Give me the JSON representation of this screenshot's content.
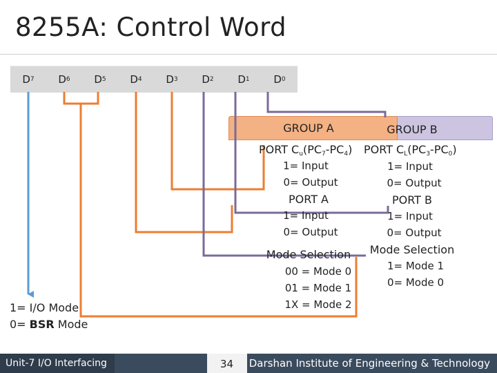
{
  "title": "8255A: Control Word",
  "bits": [
    {
      "main": "D",
      "sub": "7"
    },
    {
      "main": "D",
      "sub": "6"
    },
    {
      "main": "D",
      "sub": "5"
    },
    {
      "main": "D",
      "sub": "4"
    },
    {
      "main": "D",
      "sub": "3"
    },
    {
      "main": "D",
      "sub": "2"
    },
    {
      "main": "D",
      "sub": "1"
    },
    {
      "main": "D",
      "sub": "0"
    }
  ],
  "group_a": {
    "label": "GROUP A",
    "port_c_upper": {
      "prefix": "PORT C",
      "sub1": "u",
      "mid": "(PC",
      "sub2": "7",
      "dash": "-PC",
      "sub3": "4",
      "end": ")"
    },
    "port_c_upper_input": "1= Input",
    "port_c_upper_output": "0= Output",
    "port_a": "PORT A",
    "port_a_input": "1= Input",
    "port_a_output": "0= Output",
    "mode_selection": "Mode Selection",
    "mode_0": "00 = Mode 0",
    "mode_1": "01 = Mode 1",
    "mode_2": "1X = Mode 2"
  },
  "group_b": {
    "label": "GROUP B",
    "port_c_lower": {
      "prefix": "PORT C",
      "sub1": "L",
      "mid": "(PC",
      "sub2": "3",
      "dash": "-PC",
      "sub3": "0",
      "end": ")"
    },
    "port_c_lower_input": "1= Input",
    "port_c_lower_output": "0= Output",
    "port_b": "PORT B",
    "port_b_input": "1= Input",
    "port_b_output": "0= Output",
    "mode_selection": "Mode Selection",
    "mode_1": "1= Mode 1",
    "mode_0": "0= Mode 0"
  },
  "bsr": {
    "io_mode": "1= I/O Mode",
    "bsr_prefix": "0= ",
    "bsr_bold": "BSR",
    "bsr_suffix": " Mode"
  },
  "footer": {
    "left": "Unit-7 I/O Interfacing",
    "page": "34",
    "right": "Darshan Institute of Engineering & Technology"
  },
  "colors": {
    "d7_wire": "#5b9bd5",
    "group_a_wire": "#ed7d31",
    "group_b_wire": "#7a6a9a",
    "group_a_header": "#f4b183",
    "group_b_header": "#ccc4e0",
    "bit_box": "#d9d9d9",
    "footer_bg": "#3a4b5e"
  }
}
